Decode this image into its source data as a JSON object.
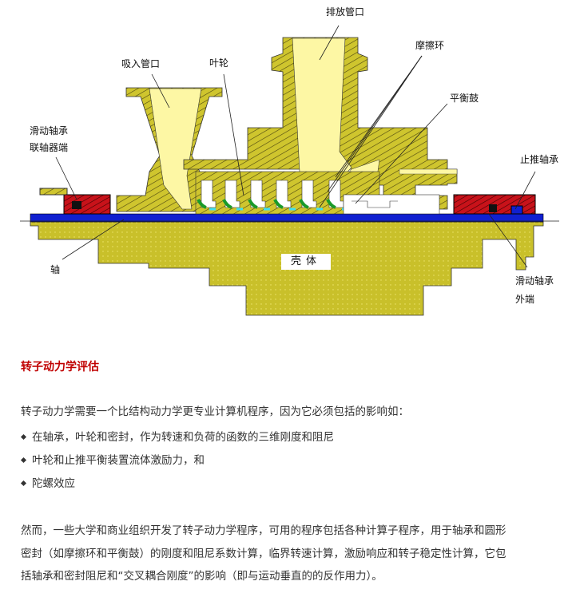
{
  "diagram": {
    "labels": {
      "discharge": "排放管口",
      "wear_ring": "摩擦环",
      "suction": "吸入管口",
      "impeller": "叶轮",
      "balance_drum": "平衡鼓",
      "journal_coupling_1": "滑动轴承",
      "journal_coupling_2": "联轴器端",
      "thrust_bearing": "止推轴承",
      "casing": "壳体",
      "shaft": "轴",
      "journal_outboard_1": "滑动轴承",
      "journal_outboard_2": "外端"
    },
    "colors": {
      "casing": "#cfc52e",
      "fluid": "#fdf7a4",
      "bearing": "#c8121a",
      "shaft": "#1020d0",
      "impeller_blade": "#1a9a2a",
      "seal": "#40e0f0"
    }
  },
  "article": {
    "heading": "转子动力学评估",
    "intro": "转子动力学需要一个比结构动力学更专业计算机程序，因为它必须包括的影响如：",
    "bullets": [
      "在轴承，叶轮和密封，作为转速和负荷的函数的三维刚度和阻尼",
      "叶轮和止推平衡装置流体激励力，和",
      "陀螺效应"
    ],
    "para_lines": [
      "然而，一些大学和商业组织开发了转子动力学程序，可用的程序包括各种计算子程序，用于轴承和圆形",
      "密封（如摩擦环和平衡鼓）的刚度和阻尼系数计算，临界转速计算，激励响应和转子稳定性计算，它包",
      "括轴承和密封阻尼和“交叉耦合刚度”的影响（即与运动垂直的的反作用力）。"
    ]
  }
}
